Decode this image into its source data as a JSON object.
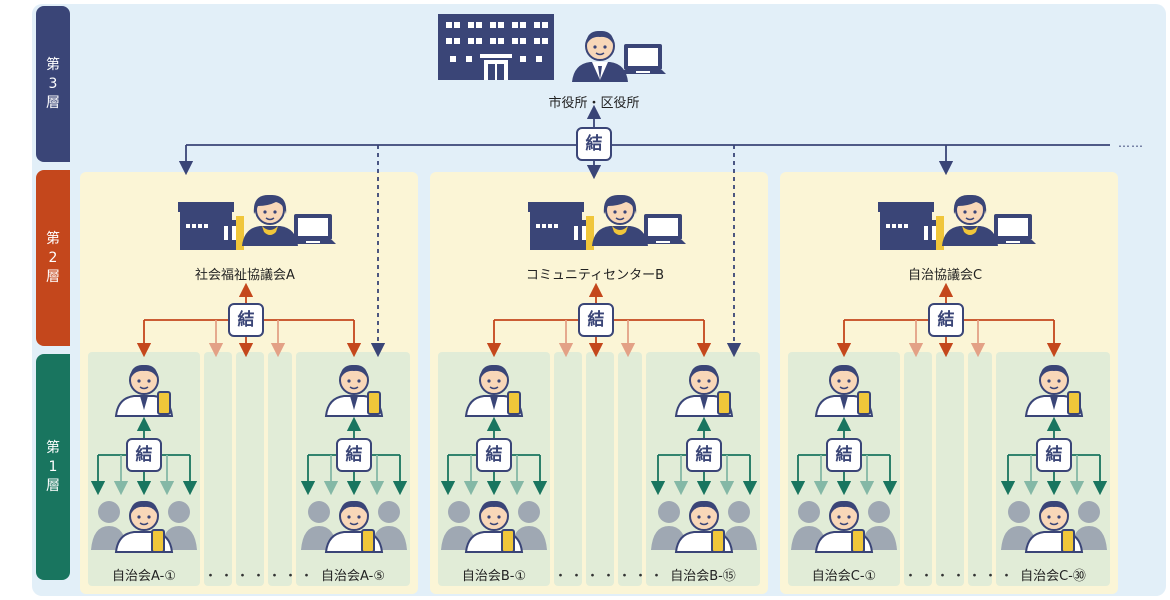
{
  "layers": {
    "layer3": "第3層",
    "layer2": "第2層",
    "layer1": "第1層"
  },
  "city": {
    "label": "市役所・区役所"
  },
  "connector": {
    "glyph": "結"
  },
  "more": "……",
  "orgs": [
    {
      "name": "社会福祉協議会A",
      "first": "自治会A-①",
      "last": "自治会A-⑤",
      "dots": "・・・・・・・"
    },
    {
      "name": "コミュニティセンターB",
      "first": "自治会B-①",
      "last": "自治会B-⑮",
      "dots": "・・・・・・・"
    },
    {
      "name": "自治協議会C",
      "first": "自治会C-①",
      "last": "自治会C-㉚",
      "dots": "・・・・・・・"
    }
  ],
  "colors": {
    "navy": "#3a4577",
    "orange": "#c4471c",
    "green": "#19755f",
    "band3": "#e2eff8",
    "column": "#fbf5d6",
    "subcolumn": "#e1ecd7"
  }
}
